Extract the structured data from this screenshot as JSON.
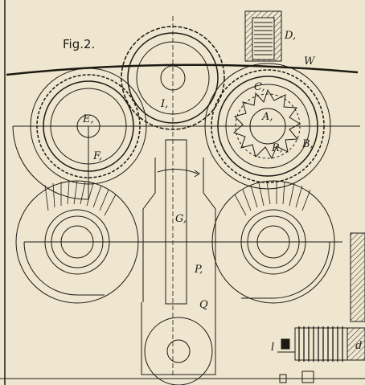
{
  "figure_label": "Fig.2.",
  "colors": {
    "paper": "#efe6cf",
    "ink": "#1d1a14",
    "hatch": "#2a251c"
  },
  "labels": {
    "D1": "D,",
    "W": "W",
    "E1": "E,",
    "I1": "I,",
    "A1": "A,",
    "C1": "C,",
    "B1": "B,",
    "R1": "R,",
    "F1": "F,",
    "G1": "G,",
    "P1": "P,",
    "Q": "Q",
    "l": "l",
    "d": "d"
  }
}
